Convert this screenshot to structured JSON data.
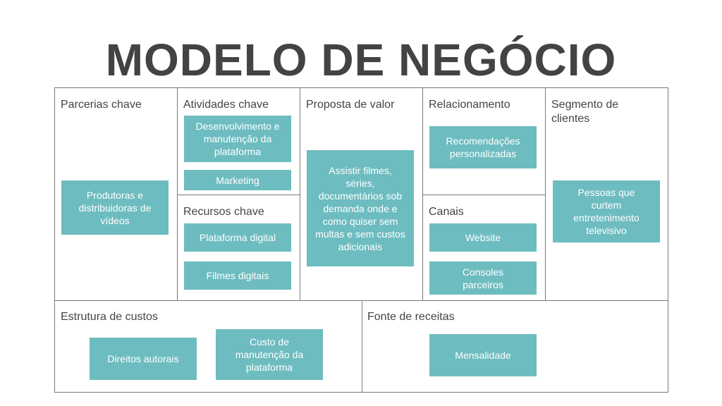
{
  "title": "MODELO DE NEGÓCIO",
  "colors": {
    "card": "#6dbcc0",
    "border": "#7a7a7a",
    "title": "#434343"
  },
  "sections": {
    "parcerias": {
      "label": "Parcerias chave",
      "items": [
        "Produtoras e distribuidoras de vídeos"
      ]
    },
    "atividades": {
      "label": "Atividades chave",
      "items": [
        "Desenvolvimento e manutenção da plataforma",
        "Marketing"
      ]
    },
    "recursos": {
      "label": "Recursos chave",
      "items": [
        "Plataforma digital",
        "Filmes digitais"
      ]
    },
    "proposta": {
      "label": "Proposta de valor",
      "items": [
        "Assistir filmes, séries, documentários sob demanda onde e como quiser sem multas e sem custos adicionais"
      ]
    },
    "relacionamento": {
      "label": "Relacionamento",
      "items": [
        "Recomendações personalizadas"
      ]
    },
    "canais": {
      "label": "Canais",
      "items": [
        "Website",
        "Consoles parceiros"
      ]
    },
    "segmento": {
      "label": "Segmento de clientes",
      "items": [
        "Pessoas que curtem entretenimento televisivo"
      ]
    },
    "custos": {
      "label": "Estrutura de custos",
      "items": [
        "Direitos autorais",
        "Custo de manutenção da plataforma"
      ]
    },
    "receitas": {
      "label": "Fonte de receitas",
      "items": [
        "Mensalidade"
      ]
    }
  }
}
